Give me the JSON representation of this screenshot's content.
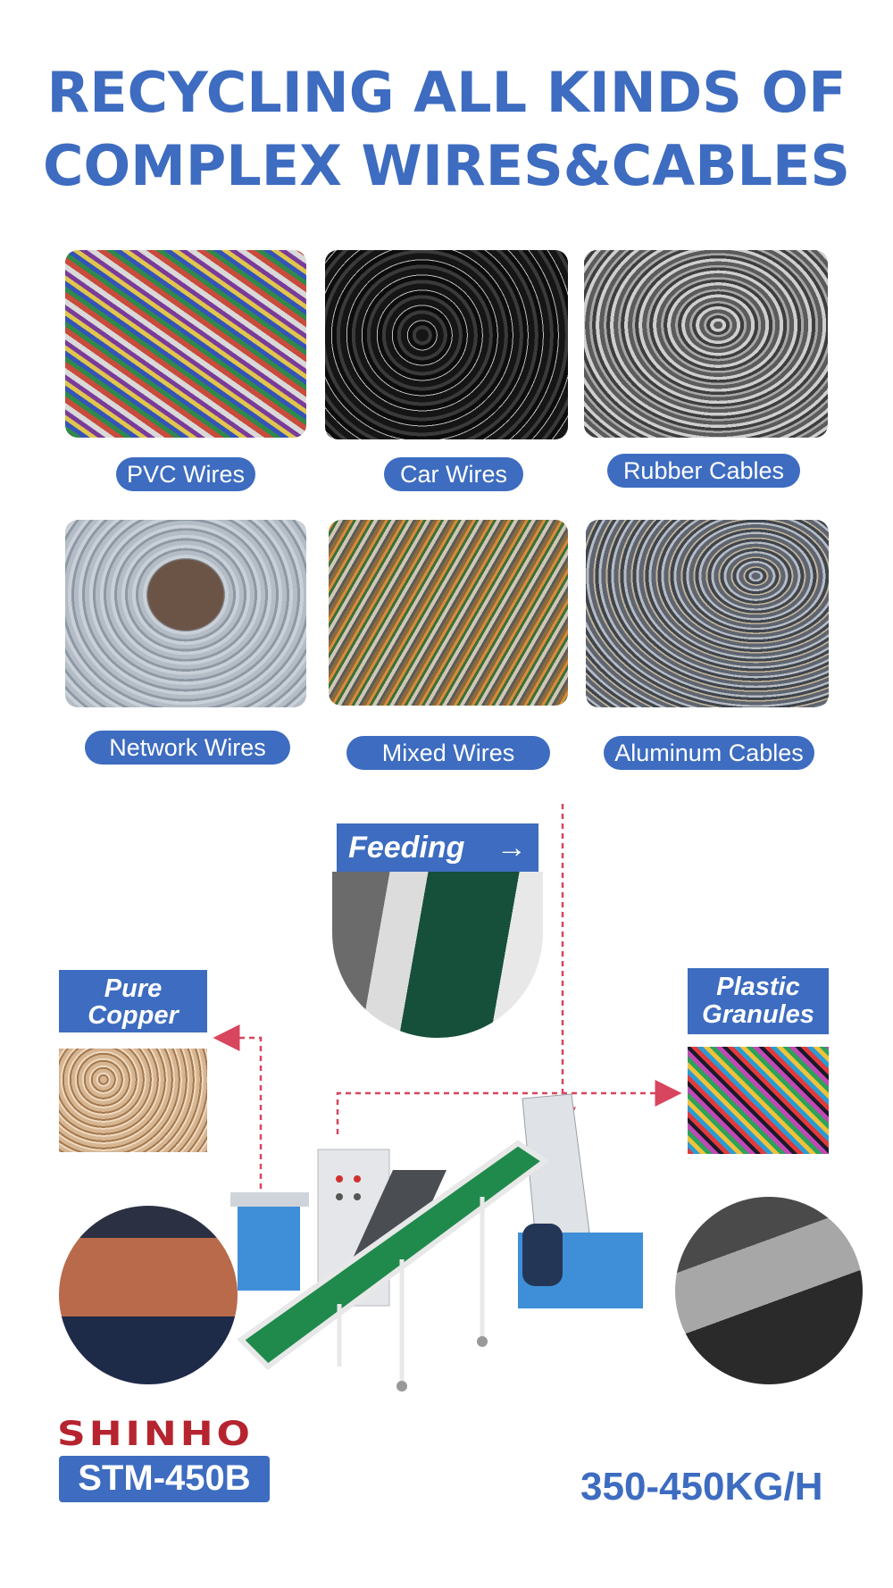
{
  "headline": {
    "line1": "RECYCLING ALL KINDS OF",
    "line2": "COMPLEX WIRES&CABLES"
  },
  "wire_types": [
    {
      "label": "PVC Wires"
    },
    {
      "label": "Car Wires"
    },
    {
      "label": "Rubber Cables"
    },
    {
      "label": "Network Wires"
    },
    {
      "label": "Mixed Wires"
    },
    {
      "label": "Aluminum Cables"
    }
  ],
  "process": {
    "feeding": "Feeding",
    "feeding_arrow": "→",
    "copper_line1": "Pure",
    "copper_line2": "Copper",
    "plastic_line1": "Plastic",
    "plastic_line2": "Granules"
  },
  "brand": "SHINHO",
  "model": "STM-450B",
  "capacity": "350-450KG/H",
  "colors": {
    "accent": "#3d6cc0",
    "brand": "#b5242f",
    "conveyor": "#1f8a4c",
    "arrow": "#d8455f"
  }
}
